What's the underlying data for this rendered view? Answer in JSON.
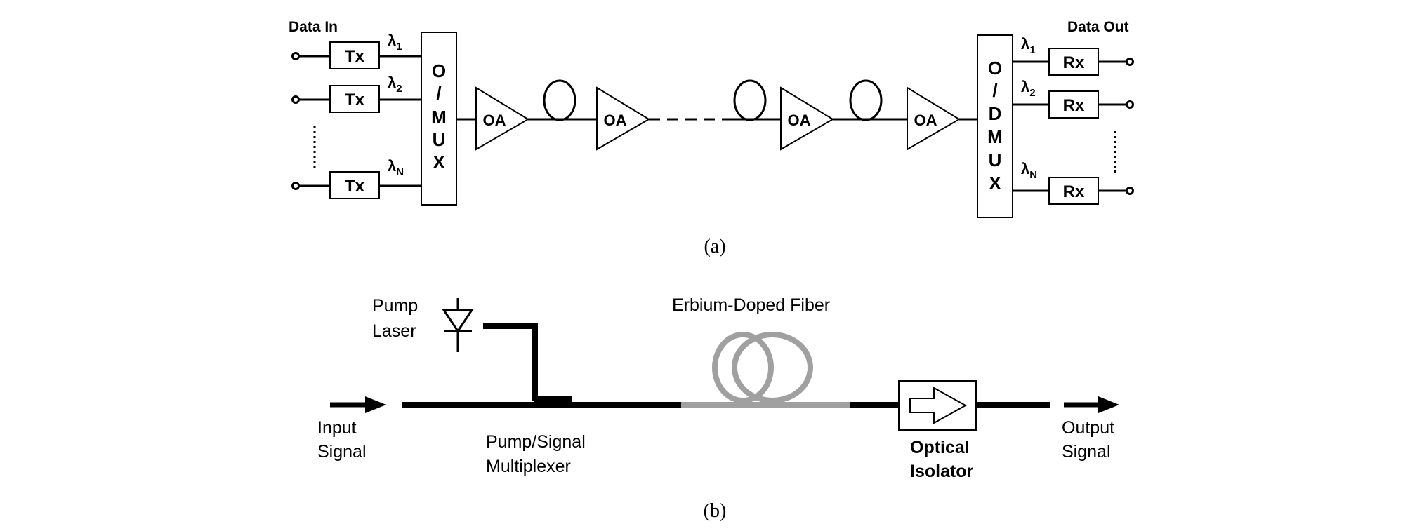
{
  "panel_a": {
    "data_in": "Data In",
    "data_out": "Data Out",
    "tx_label": "Tx",
    "rx_label": "Rx",
    "oa_label": "OA",
    "mux_letters": [
      "O",
      "/",
      "M",
      "U",
      "X"
    ],
    "demux_letters": [
      "O",
      "/",
      "D",
      "M",
      "U",
      "X"
    ],
    "lambda": "λ",
    "sub_1": "1",
    "sub_2": "2",
    "sub_n": "N",
    "caption": "(a)"
  },
  "panel_b": {
    "pump_laser": [
      "Pump",
      "Laser"
    ],
    "erbium_fiber": "Erbium-Doped Fiber",
    "input_signal": [
      "Input",
      "Signal"
    ],
    "output_signal": [
      "Output",
      "Signal"
    ],
    "multiplexer": [
      "Pump/Signal",
      "Multiplexer"
    ],
    "isolator": [
      "Optical",
      "Isolator"
    ],
    "caption": "(b)"
  },
  "colors": {
    "line": "#000000",
    "fiber_gray": "#a0a0a0",
    "background": "#ffffff"
  }
}
